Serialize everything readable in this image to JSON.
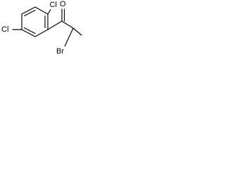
{
  "molecule": {
    "atoms": {
      "cl_top": "Cl",
      "cl_left": "Cl",
      "oxygen": "O",
      "bromine": "Br"
    }
  }
}
